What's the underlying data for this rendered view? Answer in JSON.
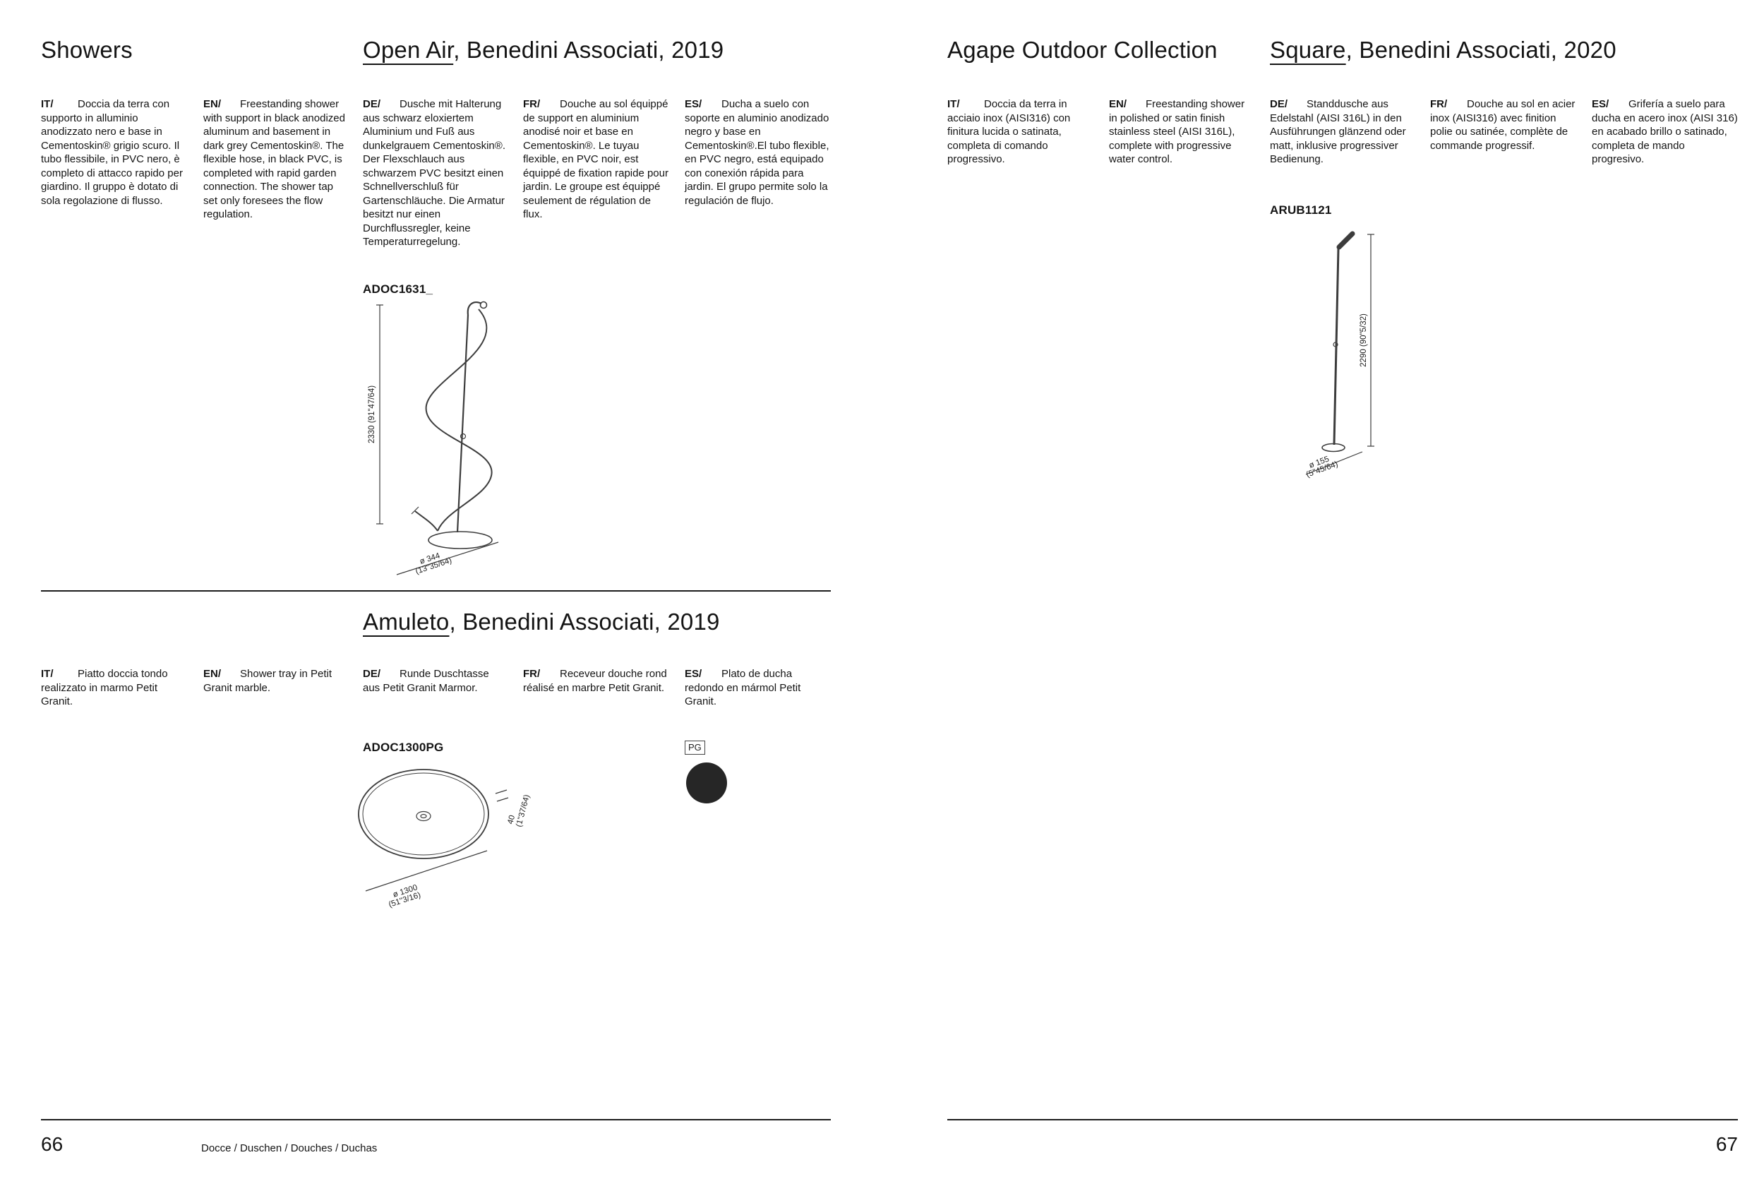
{
  "left": {
    "section_title": "Showers",
    "page_number": "66",
    "footer_caption": "Docce / Duschen / Douches / Duchas",
    "open_air": {
      "name": "Open Air",
      "suffix": ", Benedini Associati, 2019",
      "code": "ADOC1631_",
      "desc": [
        {
          "label": "IT/",
          "text": "Doccia da terra con supporto in alluminio anodizzato nero e base in Cementoskin® grigio scuro. Il tubo flessibile, in PVC nero, è completo di attacco rapido per giardino. Il gruppo è dotato di sola regolazione di flusso."
        },
        {
          "label": "EN/",
          "text": "Freestanding shower with support in black anodized aluminum and basement in dark grey Cementoskin®. The flexible hose, in black PVC, is completed with rapid garden connection. The shower tap set only foresees the flow regulation."
        },
        {
          "label": "DE/",
          "text": "Dusche mit Halterung aus schwarz eloxiertem Aluminium und Fuß aus dunkelgrauem Cementoskin®. Der Flexschlauch aus schwarzem PVC besitzt einen Schnellverschluß für Gartenschläuche. Die Armatur besitzt nur einen Durchflussregler, keine Temperaturregelung."
        },
        {
          "label": "FR/",
          "text": "Douche au sol équippé de support en aluminium anodisé noir et base en Cementoskin®. Le tuyau flexible, en PVC noir, est équippé de fixation rapide pour jardin. Le groupe est équippé seulement de régulation de flux."
        },
        {
          "label": "ES/",
          "text": "Ducha a suelo con soporte en aluminio anodizado negro y base en Cementoskin®.El tubo flexible, en PVC negro, está equipado con conexión rápida para jardin. El grupo permite solo la regulación de flujo."
        }
      ],
      "dims": {
        "height": "2330 (91\"47/64)",
        "diameter": "ø 344",
        "diameter2": "(13\"35/64)"
      }
    },
    "amuleto": {
      "name": "Amuleto",
      "suffix": ", Benedini Associati, 2019",
      "code": "ADOC1300PG",
      "swatch_label": "PG",
      "desc": [
        {
          "label": "IT/",
          "text": "Piatto doccia tondo realizzato in marmo Petit Granit."
        },
        {
          "label": "EN/",
          "text": "Shower tray in Petit Granit marble."
        },
        {
          "label": "DE/",
          "text": "Runde Duschtasse aus Petit Granit Marmor."
        },
        {
          "label": "FR/",
          "text": "Receveur douche rond réalisé en marbre Petit Granit."
        },
        {
          "label": "ES/",
          "text": "Plato de ducha redondo en mármol Petit Granit."
        }
      ],
      "dims": {
        "thickness": "40",
        "thickness2": "(1\"37/64)",
        "diameter": "ø 1300",
        "diameter2": "(51\"3/16)"
      }
    }
  },
  "right": {
    "section_title": "Agape Outdoor Collection",
    "page_number": "67",
    "square": {
      "name": "Square",
      "suffix": ", Benedini Associati, 2020",
      "code": "ARUB1121",
      "desc": [
        {
          "label": "IT/",
          "text": "Doccia da terra in acciaio inox (AISI316) con finitura lucida o satinata, completa di comando progressivo."
        },
        {
          "label": "EN/",
          "text": "Freestanding shower in polished or satin finish stainless steel (AISI 316L), complete with progressive water control."
        },
        {
          "label": "DE/",
          "text": "Standdusche aus Edelstahl (AISI 316L) in den Ausführungen glänzend oder matt, inklusive progressiver Bedienung."
        },
        {
          "label": "FR/",
          "text": "Douche au sol en acier inox (AISI316) avec finition polie ou satinée, complète de commande progressif."
        },
        {
          "label": "ES/",
          "text": "Grifería a suelo para ducha en acero inox (AISI 316) en acabado brillo o satinado, completa de mando progresivo."
        }
      ],
      "dims": {
        "height": "2290 (90\"5/32)",
        "diameter": "ø 155",
        "diameter2": "(5\"45/64)"
      }
    }
  }
}
